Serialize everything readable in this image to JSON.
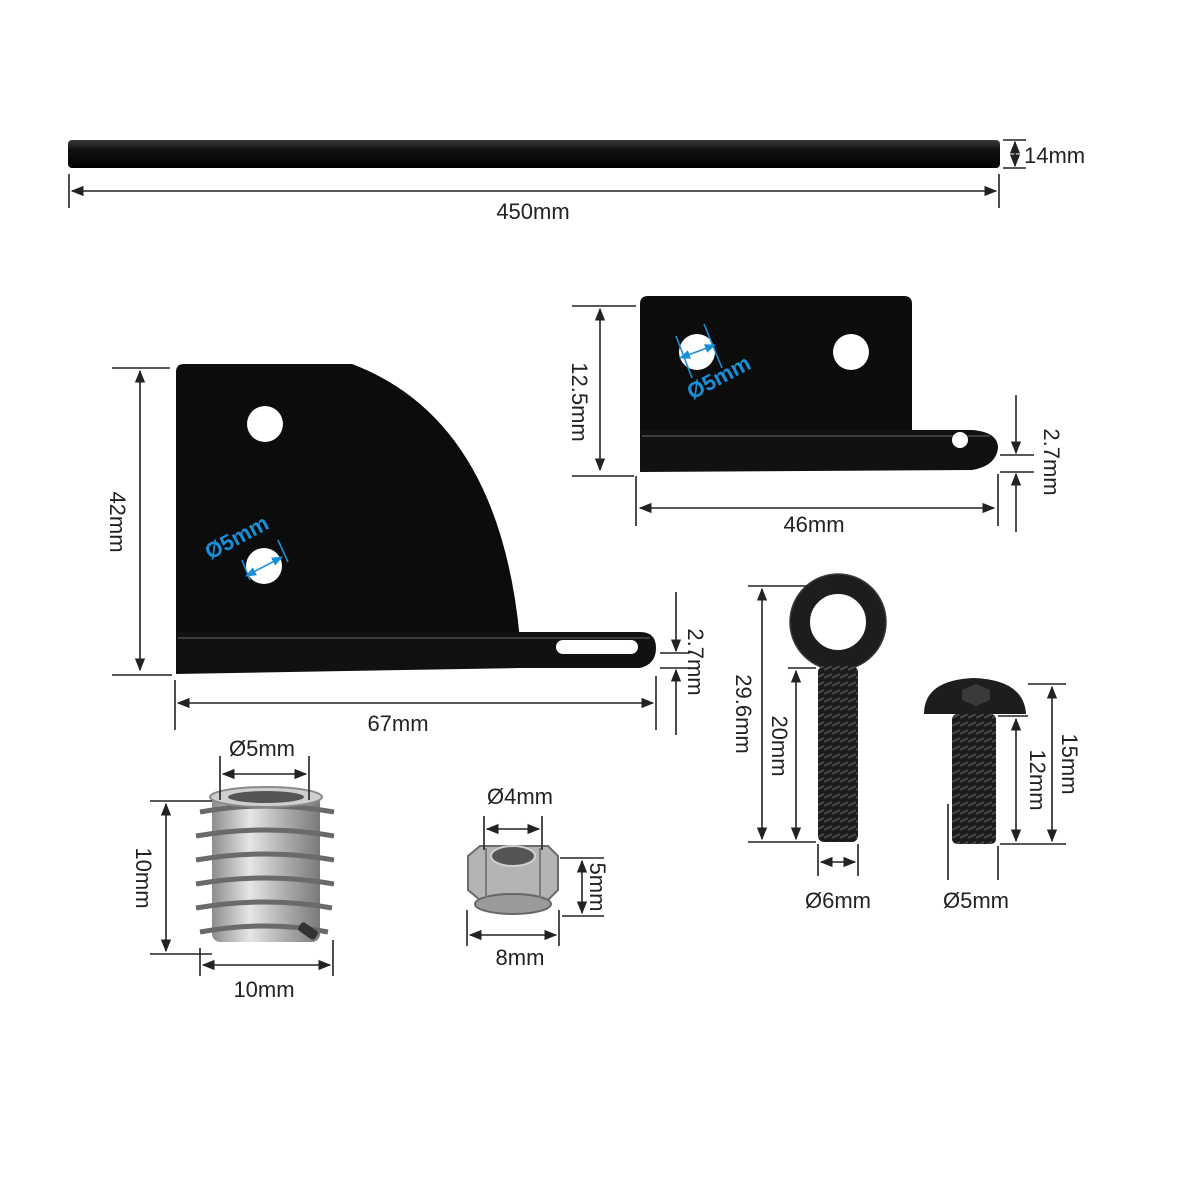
{
  "colors": {
    "metal_black": "#0c0c0c",
    "dim_line": "#222222",
    "dim_blue": "#1a8fd8",
    "steel": "#b9b9b9"
  },
  "rod": {
    "diameter": "14mm",
    "length": "450mm"
  },
  "large_bracket": {
    "height": "42mm",
    "hole": "Ø5mm",
    "thickness": "2.7mm",
    "width": "67mm"
  },
  "small_bracket": {
    "height": "12.5mm",
    "hole": "Ø5mm",
    "thickness": "2.7mm",
    "width": "46mm"
  },
  "threaded_insert": {
    "diameter": "Ø5mm",
    "height": "10mm",
    "width": "10mm"
  },
  "nut": {
    "diameter": "Ø4mm",
    "height": "5mm",
    "width": "8mm"
  },
  "eye_bolt": {
    "total_length": "29.6mm",
    "thread_length": "20mm",
    "diameter": "Ø6mm"
  },
  "button_screw": {
    "total_length": "15mm",
    "thread_length": "12mm",
    "diameter": "Ø5mm"
  }
}
